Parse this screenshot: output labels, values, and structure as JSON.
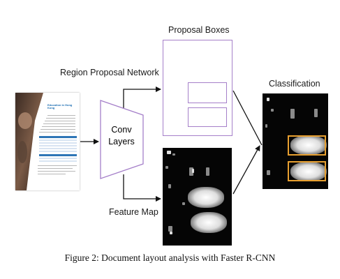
{
  "labels": {
    "proposal_boxes": "Proposal Boxes",
    "region_proposal_network": "Region Proposal Network",
    "classification": "Classification",
    "conv_line1": "Conv",
    "conv_line2": "Layers",
    "feature_map": "Feature Map"
  },
  "document_thumbnail": {
    "title": "Education in Hong Kong"
  },
  "caption": "Figure 2: Document layout analysis with Faster R-CNN",
  "colors": {
    "trapezoid": "#a57fc9",
    "proposal_box": "#a57fc9",
    "classification_box": "#e8a030",
    "arrow": "#111111"
  }
}
